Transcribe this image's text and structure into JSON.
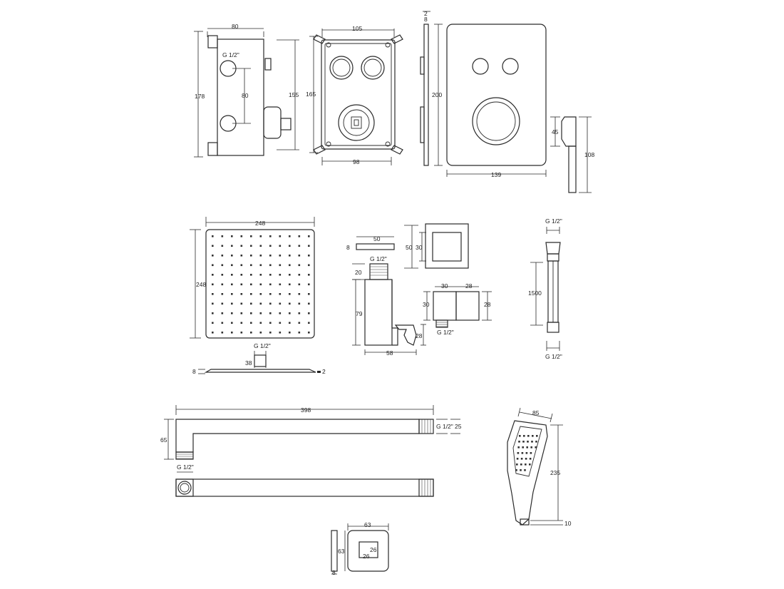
{
  "dimensions": {
    "mixer_side_width": "80",
    "mixer_side_thread": "G 1/2\"",
    "mixer_side_spacing": "80",
    "mixer_side_height": "178",
    "mixer_side_depth_height": "155",
    "mixer_box_width": "105",
    "mixer_box_height": "165",
    "mixer_box_bottom": "98",
    "plate_thickness_top": "2",
    "plate_thickness_label": "8",
    "plate_height": "200",
    "plate_width": "139",
    "holder_height_small": "45",
    "holder_height": "108",
    "shower_head_width": "248",
    "shower_head_height": "248",
    "shower_head_thread": "G 1/2\"",
    "shower_head_neck": "38",
    "shower_head_thickness": "8",
    "shower_head_edge": "2",
    "outlet_plate_width": "50",
    "outlet_plate_thickness": "8",
    "outlet_thread": "G 1/2\"",
    "outlet_thread_len": "20",
    "outlet_body_height": "79",
    "outlet_body_width": "58",
    "outlet_holder": "28",
    "outlet_front_outer": "50",
    "outlet_front_inner": "30",
    "elbow_w1": "30",
    "elbow_w2": "28",
    "elbow_h1": "30",
    "elbow_h2": "28",
    "elbow_thread": "G 1/2\"",
    "hose_thread_top": "G 1/2\"",
    "hose_length": "1500",
    "hose_thread_bottom": "G 1/2\"",
    "arm_length": "398",
    "arm_height": "65",
    "arm_thread_right": "G 1/2\"",
    "arm_end": "25",
    "arm_thread_bottom": "G 1/2\"",
    "hand_width": "85",
    "hand_length": "235",
    "hand_thickness": "10",
    "rosette_width": "63",
    "rosette_height": "63",
    "rosette_inner_w": "26",
    "rosette_inner_h": "26",
    "rosette_thickness": "8"
  },
  "icons": [
    "plate-mount-icon",
    "thread-hatch-icon"
  ]
}
